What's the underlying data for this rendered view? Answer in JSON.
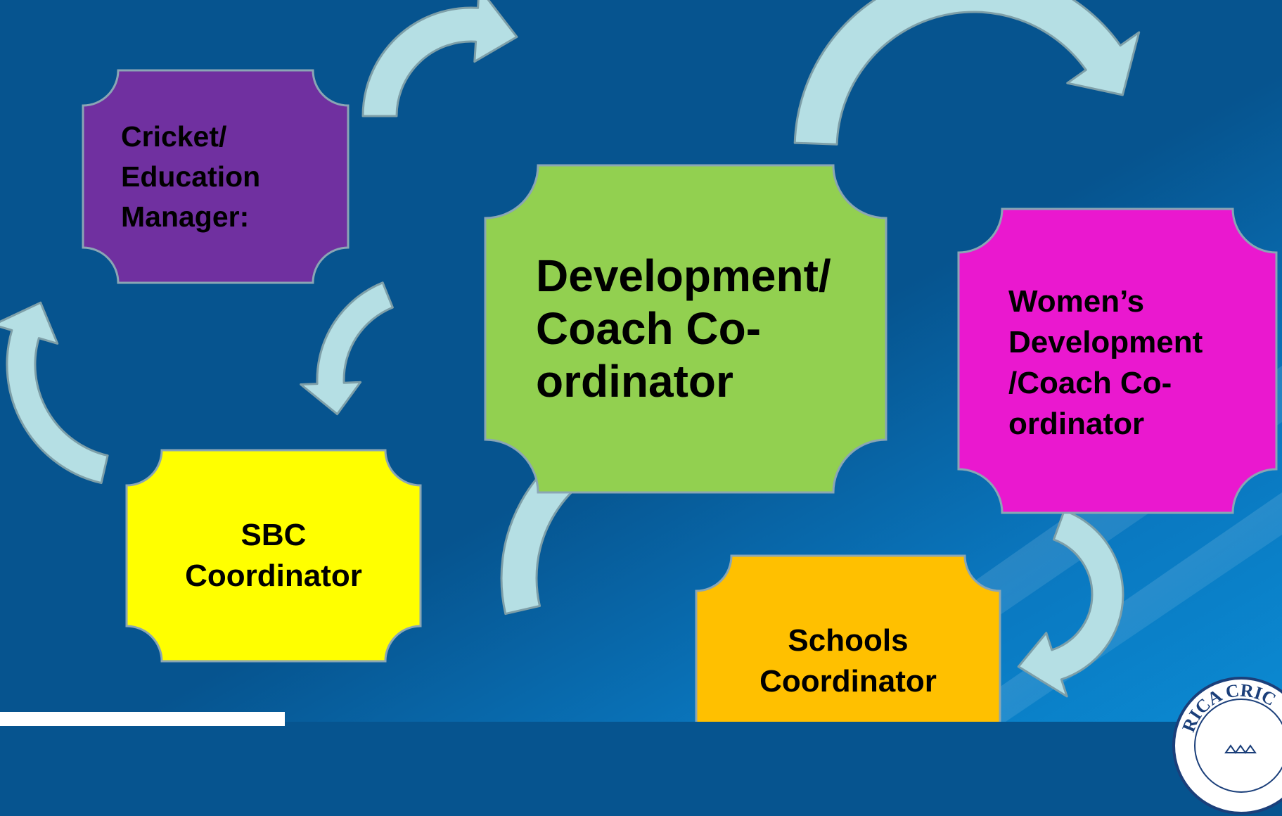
{
  "diagram": {
    "colors": {
      "background": "#06548f",
      "arrow_fill": "#b5dfe4",
      "arrow_stroke": "#7e9fa8",
      "box_stroke": "#8aa6b5"
    },
    "nodes": {
      "cricket_education_manager": {
        "lines": [
          "Cricket/",
          "Education",
          "Manager:"
        ],
        "color": "#7030a0"
      },
      "development_coach": {
        "lines": [
          "Development/",
          "Coach Co-",
          "ordinator"
        ],
        "color": "#92d050"
      },
      "womens_development": {
        "lines": [
          "Women’s",
          "Development",
          "/Coach Co-",
          "ordinator"
        ],
        "color": "#ea18cf"
      },
      "sbc_coordinator": {
        "lines": [
          "SBC",
          "Coordinator"
        ],
        "color": "#ffff00"
      },
      "schools_coordinator": {
        "lines": [
          "Schools",
          "Coordinator"
        ],
        "color": "#ffc000"
      }
    },
    "logo_text": "RICA CRIC"
  }
}
